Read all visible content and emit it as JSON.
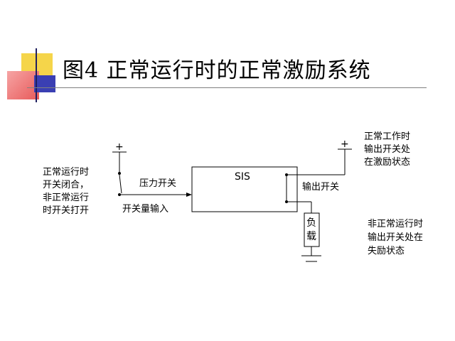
{
  "slide": {
    "title": "图4  正常运行时的正常激励系统",
    "colors": {
      "yellow": "#f5d54a",
      "red": "#e85a5a",
      "blue": "#3a3fb3",
      "rule": "#808080",
      "line": "#000000"
    }
  },
  "diagram": {
    "left_note": [
      "正常运行时",
      "开关闭合，",
      "非正常运行",
      "时开关打开"
    ],
    "plus_left": "+",
    "pressure_switch": "压力开关",
    "switch_input": "开关量输入",
    "sis": "SIS",
    "output_switch": "输出开关",
    "plus_right": "+",
    "top_right_note": [
      "正常工作时",
      "输出开关处",
      "在激励状态"
    ],
    "load": [
      "负",
      "载"
    ],
    "bottom_right_note": [
      "非正常运行时",
      "输出开关处在",
      "失励状态"
    ]
  }
}
